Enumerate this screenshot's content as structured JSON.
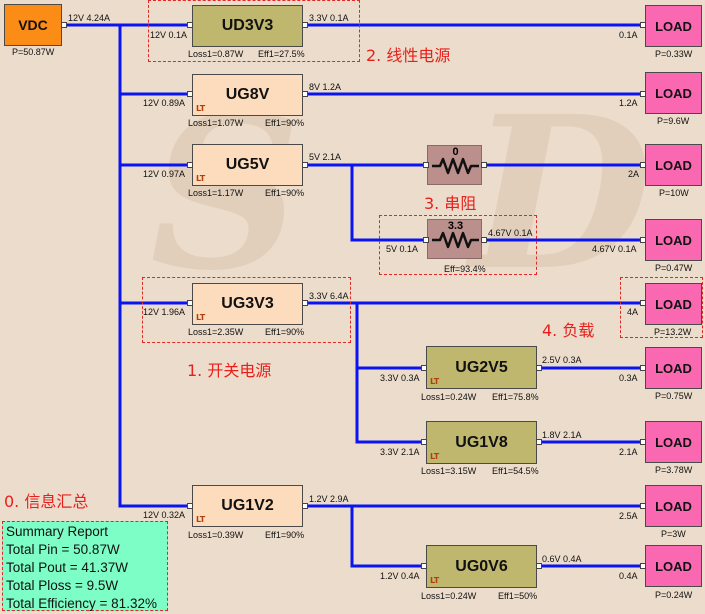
{
  "source": {
    "name": "VDC",
    "power": "P=50.87W",
    "out": "12V 4.24A"
  },
  "regulators": [
    {
      "id": "ud3v3",
      "name": "UD3V3",
      "kind": "linear",
      "in": "12V 0.1A",
      "out": "3.3V 0.1A",
      "loss": "Loss1=0.87W",
      "eff": "Eff1=27.5%"
    },
    {
      "id": "ug8v",
      "name": "UG8V",
      "kind": "switching",
      "in": "12V 0.89A",
      "out": "8V 1.2A",
      "loss": "Loss1=1.07W",
      "eff": "Eff1=90%"
    },
    {
      "id": "ug5v",
      "name": "UG5V",
      "kind": "switching",
      "in": "12V 0.97A",
      "out": "5V 2.1A",
      "loss": "Loss1=1.17W",
      "eff": "Eff1=90%"
    },
    {
      "id": "ug3v3",
      "name": "UG3V3",
      "kind": "switching",
      "in": "12V 1.96A",
      "out": "3.3V 6.4A",
      "loss": "Loss1=2.35W",
      "eff": "Eff1=90%"
    },
    {
      "id": "ug2v5",
      "name": "UG2V5",
      "kind": "linear",
      "in": "3.3V 0.3A",
      "out": "2.5V 0.3A",
      "loss": "Loss1=0.24W",
      "eff": "Eff1=75.8%"
    },
    {
      "id": "ug1v8",
      "name": "UG1V8",
      "kind": "linear",
      "in": "3.3V 2.1A",
      "out": "1.8V 2.1A",
      "loss": "Loss1=3.15W",
      "eff": "Eff1=54.5%"
    },
    {
      "id": "ug1v2",
      "name": "UG1V2",
      "kind": "switching",
      "in": "12V 0.32A",
      "out": "1.2V 2.9A",
      "loss": "Loss1=0.39W",
      "eff": "Eff1=90%"
    },
    {
      "id": "ug0v6",
      "name": "UG0V6",
      "kind": "linear",
      "in": "1.2V 0.4A",
      "out": "0.6V 0.4A",
      "loss": "Loss1=0.24W",
      "eff": "Eff1=50%"
    }
  ],
  "resistors": [
    {
      "id": "r0",
      "value": "0",
      "in": "",
      "out": "",
      "eff": ""
    },
    {
      "id": "r33",
      "value": "3.3",
      "in": "5V 0.1A",
      "out": "4.67V 0.1A",
      "eff": "Eff=93.4%"
    }
  ],
  "loads": [
    {
      "id": "l1",
      "name": "LOAD",
      "in": "0.1A",
      "power": "P=0.33W"
    },
    {
      "id": "l2",
      "name": "LOAD",
      "in": "1.2A",
      "power": "P=9.6W"
    },
    {
      "id": "l3",
      "name": "LOAD",
      "in": "2A",
      "power": "P=10W"
    },
    {
      "id": "l4",
      "name": "LOAD",
      "in": "4.67V 0.1A",
      "power": "P=0.47W"
    },
    {
      "id": "l5",
      "name": "LOAD",
      "in": "4A",
      "power": "P=13.2W"
    },
    {
      "id": "l6",
      "name": "LOAD",
      "in": "0.3A",
      "power": "P=0.75W"
    },
    {
      "id": "l7",
      "name": "LOAD",
      "in": "2.1A",
      "power": "P=3.78W"
    },
    {
      "id": "l8",
      "name": "LOAD",
      "in": "2.5A",
      "power": "P=3W"
    },
    {
      "id": "l9",
      "name": "LOAD",
      "in": "0.4A",
      "power": "P=0.24W"
    }
  ],
  "annotations": {
    "linear": "2. 线性电源",
    "resistor": "3. 串阻",
    "load": "4. 负载",
    "switching": "1. 开关电源",
    "summary": "0. 信息汇总"
  },
  "summary": {
    "title": "Summary Report",
    "pin": "Total Pin = 50.87W",
    "pout": "Total Pout = 41.37W",
    "ploss": "Total Ploss = 9.5W",
    "eff": "Total Efficiency = 81.32%"
  },
  "colors": {
    "wire": "#0a14f0",
    "switching": "#fcdcbc",
    "linear": "#bfb76e",
    "load": "#fb68b2",
    "source": "#fb8c15",
    "resistor": "#bb8f8c",
    "annotation": "#e8201c",
    "summary": "#7dfec6"
  },
  "icons": {
    "device_badge": "lt-logo-icon"
  }
}
